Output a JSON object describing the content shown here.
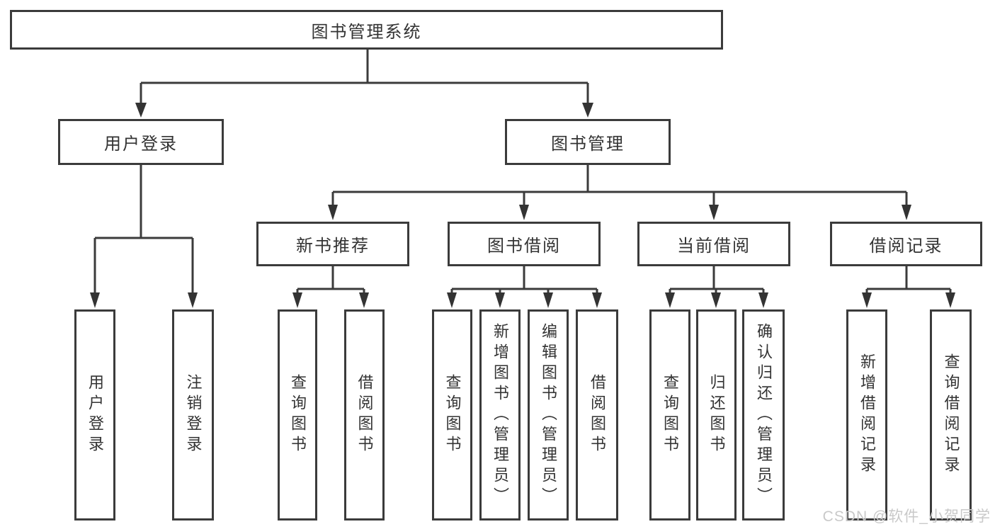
{
  "diagram": {
    "root": {
      "label": "图书管理系统"
    },
    "level2": [
      {
        "label": "用户登录"
      },
      {
        "label": "图书管理"
      }
    ],
    "level3": [
      {
        "label": "新书推荐"
      },
      {
        "label": "图书借阅"
      },
      {
        "label": "当前借阅"
      },
      {
        "label": "借阅记录"
      }
    ],
    "leaves": [
      {
        "label": "用户登录"
      },
      {
        "label": "注销登录"
      },
      {
        "label": "查询图书"
      },
      {
        "label": "借阅图书"
      },
      {
        "label": "查询图书"
      },
      {
        "label": "新增图书（管理员）"
      },
      {
        "label": "编辑图书（管理员）"
      },
      {
        "label": "借阅图书"
      },
      {
        "label": "查询图书"
      },
      {
        "label": "归还图书"
      },
      {
        "label": "确认归还（管理员）"
      },
      {
        "label": "新增借阅记录"
      },
      {
        "label": "查询借阅记录"
      }
    ]
  },
  "watermark": {
    "text": "CSDN @软件_小贺同学"
  },
  "colors": {
    "line": "#3b3b3b",
    "text": "#333333",
    "background": "#ffffff",
    "watermark": "#c9c9c9"
  }
}
